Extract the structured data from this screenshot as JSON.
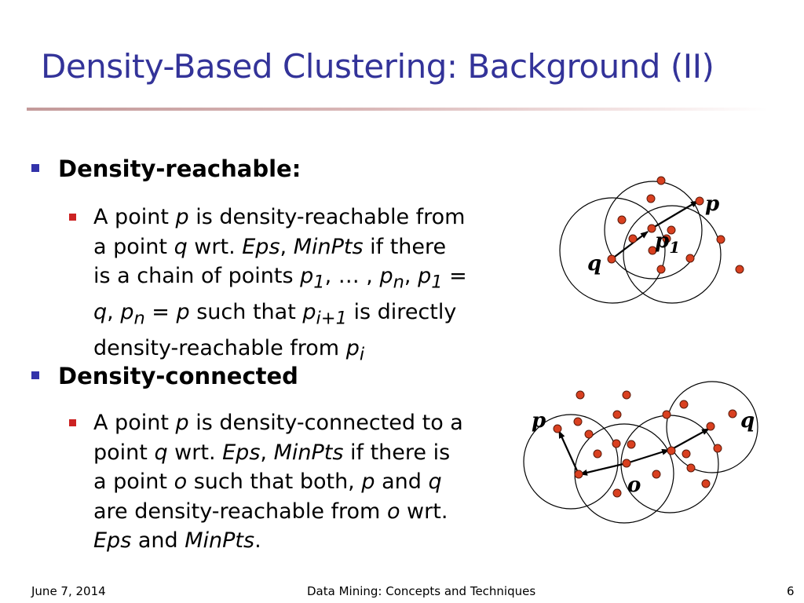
{
  "slide": {
    "title": "Density-Based Clustering: Background (II)",
    "footer_date": "June 7, 2014",
    "footer_center": "Data Mining: Concepts and Techniques",
    "page_number": "6"
  },
  "reachable": {
    "heading": "Density-reachable:",
    "def": {
      "a": "A point ",
      "p": "p",
      "b": " is density-reachable from",
      "c": "a point ",
      "q": "q",
      "d": " wrt. ",
      "eps": "Eps",
      "comma": ", ",
      "minpts": "MinPts",
      "e": " if there",
      "f": "is a chain of points ",
      "p1": "p",
      "sub1": "1",
      "g": ", … , ",
      "pn": "p",
      "subn": "n",
      "h": ", ",
      "p1b": "p",
      "sub1b": "1",
      "i": " =",
      "qq": "q",
      "j": ", ",
      "pnb": "p",
      "subnb": "n",
      "k": " = ",
      "pp": "p",
      "l": " such that ",
      "pi1": "p",
      "subi1": "i+1",
      "m": " is directly",
      "n": "density-reachable from ",
      "pi": "p",
      "subi": "i"
    }
  },
  "connected": {
    "heading": "Density-connected",
    "def": {
      "a": "A point ",
      "p": "p",
      "b": " is density-connected to a",
      "c": "point ",
      "q": "q",
      "d": " wrt. ",
      "eps": "Eps",
      "comma": ", ",
      "minpts": "MinPts",
      "e": " if there is",
      "f": "a point ",
      "o": "o",
      "g": " such that both, ",
      "p2": "p",
      "h": " and ",
      "q2": "q",
      "i": "are density-reachable from ",
      "o2": "o",
      "j": " wrt.",
      "eps2": "Eps",
      "k": " and ",
      "minpts2": "MinPts",
      "l": "."
    }
  },
  "diagram_top": {
    "label_p": "p",
    "label_p1": "p",
    "label_p1_sub": "1",
    "label_q": "q"
  },
  "diagram_bottom": {
    "label_p": "p",
    "label_q": "q",
    "label_o": "o"
  },
  "colors": {
    "title": "#333399",
    "point": "#d94020",
    "bullet_l1": "#3333aa",
    "bullet_l2": "#cc2222"
  }
}
